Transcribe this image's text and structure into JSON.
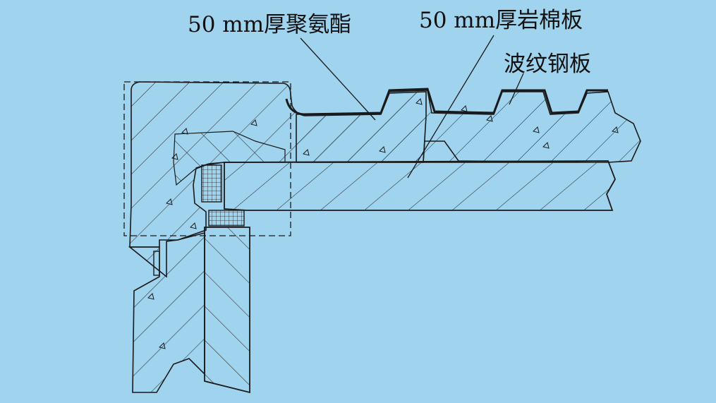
{
  "labels": {
    "polyurethane": "50 mm厚聚氨酯",
    "rockwool": "50 mm厚岩棉板",
    "corrugated_steel": "波纹钢板"
  },
  "colors": {
    "background": "#9fd3ee",
    "line": "#1a1a1a",
    "hatch": "#2a2a2a"
  }
}
